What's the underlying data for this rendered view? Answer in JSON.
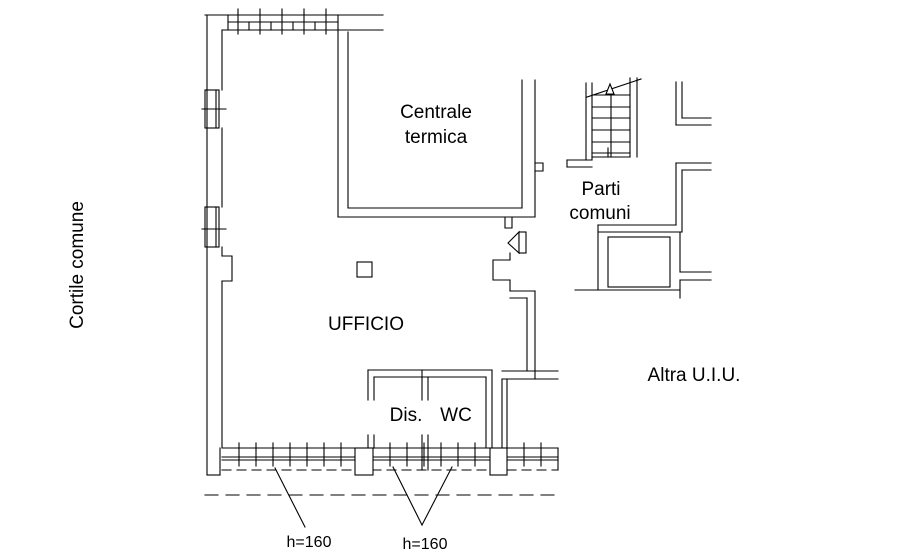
{
  "document": {
    "type": "cadastral floor plan"
  },
  "colors": {
    "background": "#ffffff",
    "line": "#000000",
    "text": "#000000"
  },
  "labels": {
    "cortile": "Cortile comune",
    "centrale_line1": "Centrale",
    "centrale_line2": "termica",
    "parti_line1": "Parti",
    "parti_line2": "comuni",
    "ufficio": "UFFICIO",
    "dis": "Dis.",
    "wc": "WC",
    "altra": "Altra U.I.U.",
    "h_note_left": "h=160",
    "h_note_right": "h=160"
  }
}
